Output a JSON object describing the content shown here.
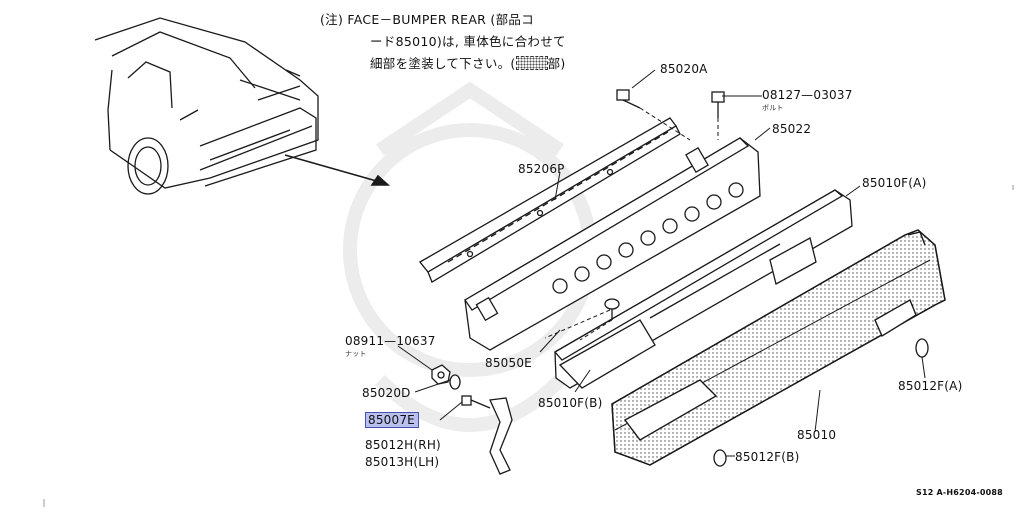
{
  "note": {
    "line1": "(注) FACE－BUMPER REAR (部品コ",
    "line2": "ード85010)は, 車体色に合わせて",
    "line3_a": "細部を塗装して下さい。(",
    "line3_b": "部)"
  },
  "parts": {
    "p85020A": "85020A",
    "p08127": "08127—03037",
    "p08127_sub": "ボルト",
    "p85022": "85022",
    "p85206P": "85206P",
    "p85010FA": "85010F(A)",
    "p08911": "08911—10637",
    "p08911_sub": "ナット",
    "p85050E": "85050E",
    "p85020D": "85020D",
    "p85007E": "85007E",
    "p85012H": "85012H(RH)",
    "p85013H": "85013H(LH)",
    "p85010FB": "85010F(B)",
    "p85010": "85010",
    "p85012FA": "85012F(A)",
    "p85012FB": "85012F(B)"
  },
  "code": "S12 A-H6204-0088",
  "colors": {
    "line": "#1a1a1a",
    "highlight": "#b9c0ee",
    "highlight_border": "#4a4fb0"
  }
}
